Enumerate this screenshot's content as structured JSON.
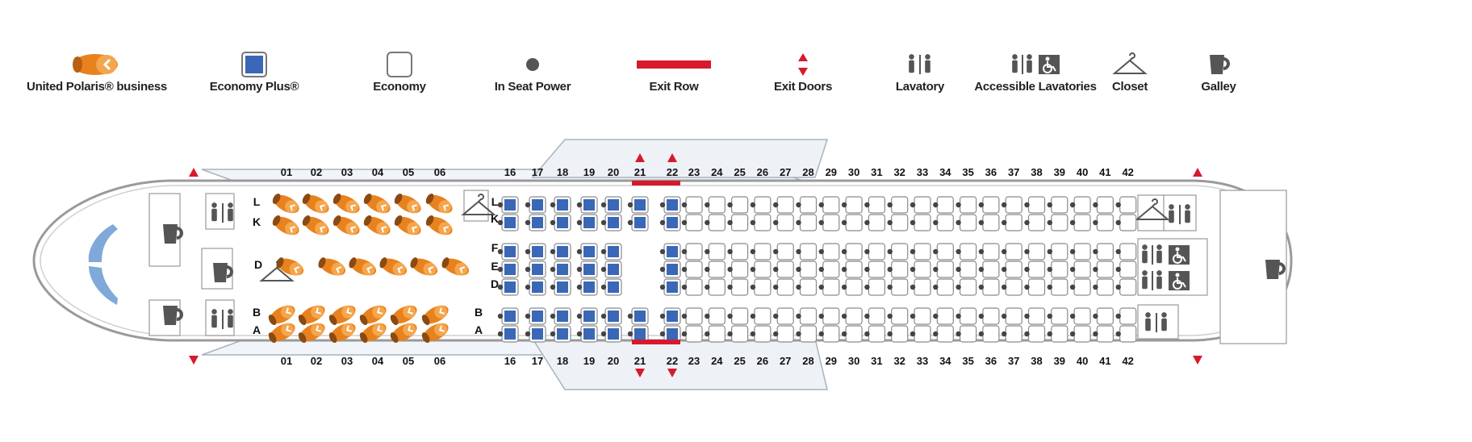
{
  "legend": {
    "items": [
      {
        "key": "polaris",
        "label": "United Polaris® business",
        "icon": "polaris-seat-icon"
      },
      {
        "key": "economy-plus",
        "label": "Economy Plus®",
        "icon": "economy-plus-seat-icon"
      },
      {
        "key": "economy",
        "label": "Economy",
        "icon": "economy-seat-icon"
      },
      {
        "key": "power",
        "label": "In Seat Power",
        "icon": "power-dot-icon"
      },
      {
        "key": "exit-row",
        "label": "Exit Row",
        "icon": "exit-row-bar-icon"
      },
      {
        "key": "exit-doors",
        "label": "Exit Doors",
        "icon": "exit-door-arrows-icon"
      },
      {
        "key": "lavatory",
        "label": "Lavatory",
        "icon": "lavatory-icon"
      },
      {
        "key": "accessible-lavatories",
        "label": "Accessible Lavatories",
        "icon": "accessible-lavatory-icon"
      },
      {
        "key": "closet",
        "label": "Closet",
        "icon": "closet-hanger-icon"
      },
      {
        "key": "galley",
        "label": "Galley",
        "icon": "galley-cup-icon"
      }
    ]
  },
  "colors": {
    "polaris": "#e8821f",
    "economy_plus": "#3b67b7",
    "economy_border": "#888888",
    "exit_red": "#d7192d",
    "fuselage": "#9a9a9a",
    "window_blue": "#7fa9d8",
    "text": "#111111"
  },
  "seatmap": {
    "business_rows": [
      "01",
      "02",
      "03",
      "04",
      "05",
      "06"
    ],
    "economy_plus_rows": [
      "16",
      "17",
      "18",
      "19",
      "20",
      "21",
      "22"
    ],
    "economy_rows": [
      "23",
      "24",
      "25",
      "26",
      "27",
      "28",
      "29",
      "30",
      "31",
      "32",
      "33",
      "34",
      "35",
      "36",
      "37",
      "38",
      "39",
      "40",
      "41",
      "42"
    ],
    "exit_rows": [
      "21",
      "22"
    ],
    "business_letters": {
      "top": [
        "L",
        "K"
      ],
      "middle": [
        "D"
      ],
      "bottom": [
        "B",
        "A"
      ]
    },
    "economy_letters": {
      "top": [
        "L",
        "K"
      ],
      "middle": [
        "F",
        "E",
        "D"
      ],
      "bottom": [
        "B",
        "A"
      ]
    }
  }
}
